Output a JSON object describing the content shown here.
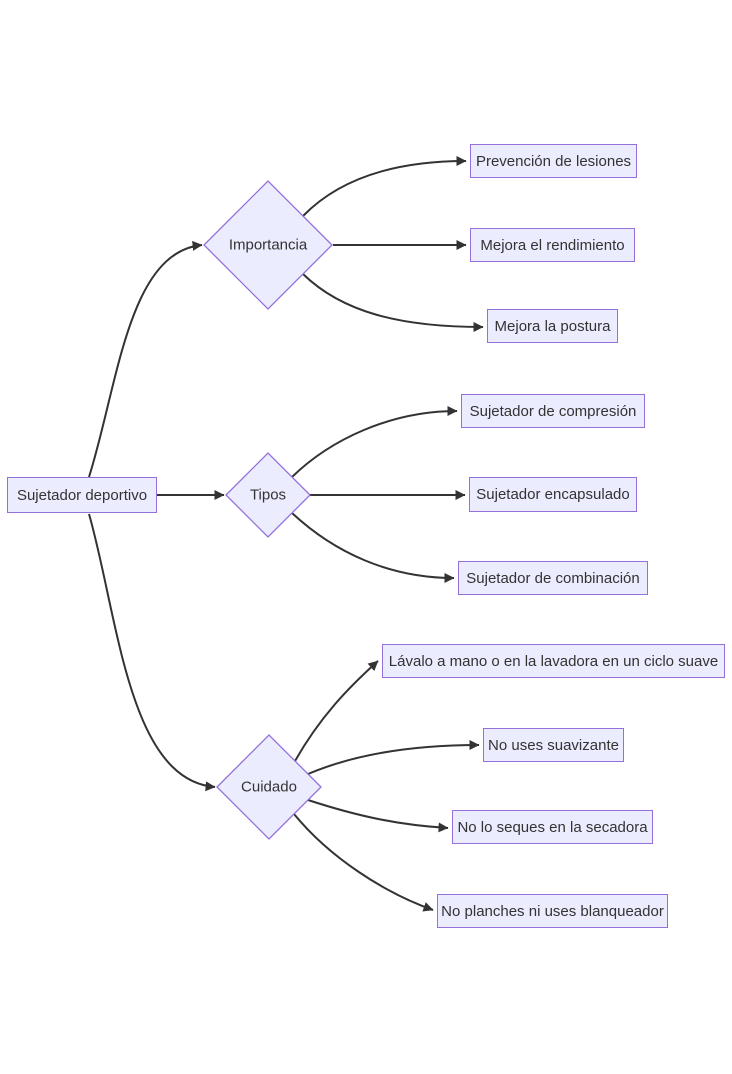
{
  "diagram": {
    "type": "flowchart",
    "orientation": "left-to-right",
    "root": {
      "label": "Sujetador deportivo",
      "shape": "rectangle"
    },
    "branches": [
      {
        "label": "Importancia",
        "shape": "diamond",
        "children": [
          {
            "label": "Prevención de lesiones",
            "shape": "rectangle"
          },
          {
            "label": "Mejora el rendimiento",
            "shape": "rectangle"
          },
          {
            "label": "Mejora la postura",
            "shape": "rectangle"
          }
        ]
      },
      {
        "label": "Tipos",
        "shape": "diamond",
        "children": [
          {
            "label": "Sujetador de compresión",
            "shape": "rectangle"
          },
          {
            "label": "Sujetador encapsulado",
            "shape": "rectangle"
          },
          {
            "label": "Sujetador de combinación",
            "shape": "rectangle"
          }
        ]
      },
      {
        "label": "Cuidado",
        "shape": "diamond",
        "children": [
          {
            "label": "Lávalo a mano o en la lavadora en un ciclo suave",
            "shape": "rectangle"
          },
          {
            "label": "No uses suavizante",
            "shape": "rectangle"
          },
          {
            "label": "No lo seques en la secadora",
            "shape": "rectangle"
          },
          {
            "label": "No planches ni uses blanqueador",
            "shape": "rectangle"
          }
        ]
      }
    ],
    "colors": {
      "node_fill": "#ECECFF",
      "node_border": "#9370DB",
      "edge": "#333333",
      "text": "#333333",
      "background": "#FFFFFF"
    }
  }
}
